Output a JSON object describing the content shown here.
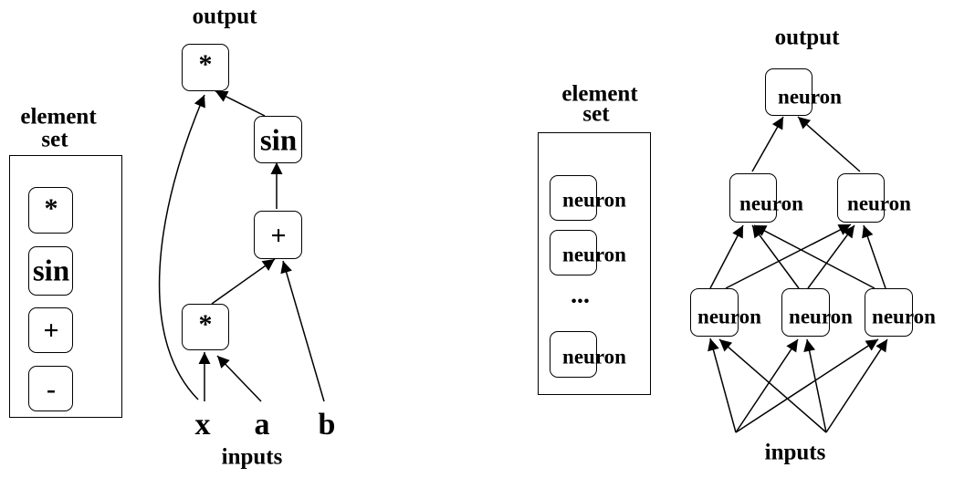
{
  "left_diagram": {
    "element_set_title_line1": "element",
    "element_set_title_line2": "set",
    "element_set_items": [
      "*",
      "sin",
      "+",
      "-"
    ],
    "output_label": "output",
    "inputs_label": "inputs",
    "tree_nodes": [
      "*",
      "sin",
      "+",
      "*"
    ],
    "input_letters": [
      "x",
      "a",
      "b"
    ]
  },
  "right_diagram": {
    "element_set_title_line1": "element",
    "element_set_title_line2": "set",
    "element_set_items": [
      "neuron",
      "neuron",
      "neuron"
    ],
    "ellipsis": "•••",
    "output_label": "output",
    "inputs_label": "inputs",
    "network_nodes": [
      "neuron",
      "neuron",
      "neuron",
      "neuron",
      "neuron",
      "neuron"
    ]
  }
}
